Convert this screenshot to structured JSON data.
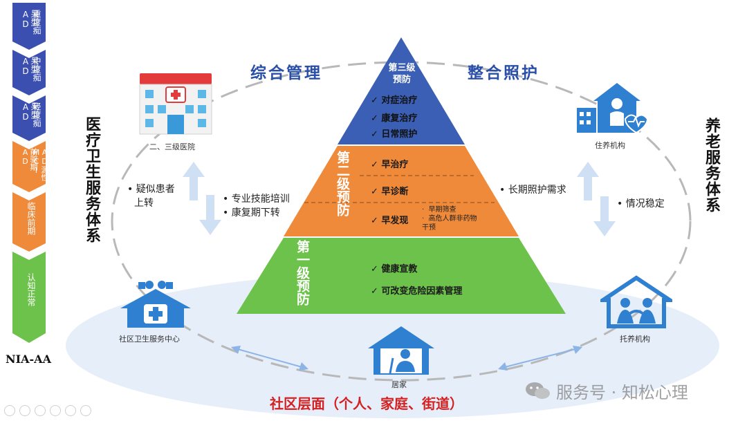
{
  "timeline": {
    "stages": [
      {
        "main": "重度痴",
        "sub": "呆型AD"
      },
      {
        "main": "中度痴",
        "sub": "呆型AD"
      },
      {
        "main": "轻度痴",
        "sub": "呆型AD"
      },
      {
        "main": "AD源性MCI",
        "sub": "前驱期AD"
      },
      {
        "main": "临床前期",
        "sub": ""
      },
      {
        "main": "认知正常",
        "sub": ""
      }
    ],
    "footer": "NIA-AA"
  },
  "headers": {
    "left": "综合管理",
    "right": "整合照护"
  },
  "left_system": "医疗卫生服务体系",
  "right_system": "养老服务体系",
  "pyramid": {
    "tier3": {
      "title": "第三级预防",
      "items": [
        "对症治疗",
        "康复治疗",
        "日常照护"
      ]
    },
    "tier2": {
      "title": "第二级预防",
      "items": [
        "早治疗",
        "早诊断",
        "早发现"
      ],
      "detail": [
        "早期筛查",
        "高危人群非药物干预"
      ]
    },
    "tier1": {
      "title": "第一级预防",
      "items": [
        "健康宣教",
        "可改变危险因素管理"
      ]
    }
  },
  "facilities": {
    "hospital": "二、三级医院",
    "residential": "住养机构",
    "community_center": "社区卫生服务中心",
    "nursing": "托养机构",
    "home": "居家"
  },
  "bullets": {
    "suspect": [
      "疑似患者",
      "上转"
    ],
    "training": [
      "专业技能培训",
      "康复期下转"
    ],
    "longterm": "长期照护需求",
    "stable": "情况稳定"
  },
  "bottom_caption": "社区层面（个人、家庭、街道）",
  "watermark": "服务号 · 知松心理",
  "colors": {
    "blue": "#2f80d0",
    "pyramid_top": "#3a5fb5",
    "pyramid_mid": "#ef8a3a",
    "pyramid_bottom": "#6cc24a",
    "header": "#2a4fa8",
    "caption": "#d42020"
  }
}
